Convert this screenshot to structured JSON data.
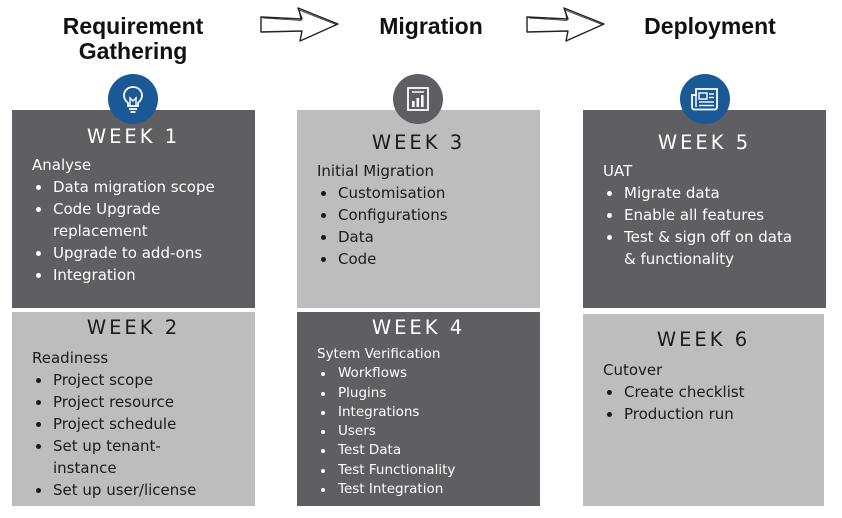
{
  "phases": {
    "requirement": {
      "line1": "Requirement",
      "line2": "Gathering"
    },
    "migration": {
      "title": "Migration"
    },
    "deployment": {
      "title": "Deployment"
    }
  },
  "icons": {
    "requirement": "lightbulb-icon",
    "migration": "chart-document-icon",
    "deployment": "newspaper-icon"
  },
  "colors": {
    "dark_box": "#5f5f63",
    "light_box": "#bdbdbd",
    "icon_blue": "#1a5896",
    "icon_gray": "#5f5f63"
  },
  "weeks": {
    "w1": {
      "label": "WEEK 1",
      "heading": "Analyse",
      "items": [
        "Data migration scope",
        "Code Upgrade replacement",
        "Upgrade to add-ons",
        "Integration"
      ]
    },
    "w2": {
      "label": "WEEK 2",
      "heading": "Readiness",
      "items": [
        "Project scope",
        "Project resource",
        "Project schedule",
        "Set up tenant-instance",
        "Set up user/license"
      ]
    },
    "w3": {
      "label": "WEEK 3",
      "heading": "Initial Migration",
      "items": [
        "Customisation",
        "Configurations",
        "Data",
        "Code"
      ]
    },
    "w4": {
      "label": "WEEK 4",
      "heading": "Sytem Verification",
      "items": [
        "Workflows",
        "Plugins",
        "Integrations",
        "Users",
        "Test Data",
        "Test Functionality",
        "Test Integration"
      ]
    },
    "w5": {
      "label": "WEEK 5",
      "heading": "UAT",
      "items": [
        "Migrate data",
        "Enable all features",
        "Test & sign off on data & functionality"
      ]
    },
    "w6": {
      "label": "WEEK 6",
      "heading": "Cutover",
      "items": [
        "Create checklist",
        "Production run"
      ]
    }
  }
}
